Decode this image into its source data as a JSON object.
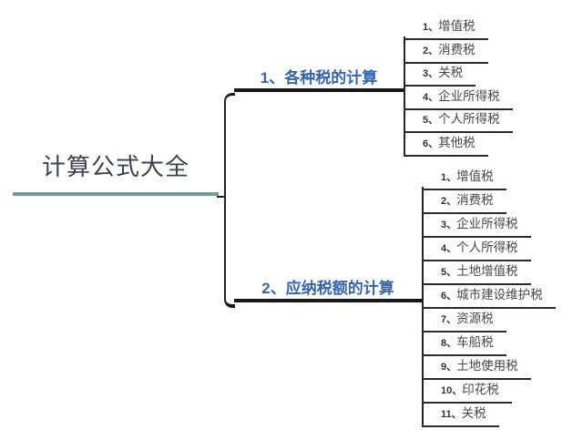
{
  "colors": {
    "accent-teal": "#6f9e98",
    "accent-blue": "#3565ae"
  },
  "root": {
    "label": "计算公式大全"
  },
  "branches": [
    {
      "label": "1、各种税的计算",
      "children": [
        {
          "num": "1、",
          "label": "增值税"
        },
        {
          "num": "2、",
          "label": "消费税"
        },
        {
          "num": "3、",
          "label": "关税"
        },
        {
          "num": "4、",
          "label": "企业所得税"
        },
        {
          "num": "5、",
          "label": "个人所得税"
        },
        {
          "num": "6、",
          "label": "其他税"
        }
      ]
    },
    {
      "label": "2、应纳税额的计算",
      "children": [
        {
          "num": "1、",
          "label": "增值税"
        },
        {
          "num": "2、",
          "label": "消费税"
        },
        {
          "num": "3、",
          "label": "企业所得税"
        },
        {
          "num": "4、",
          "label": "个人所得税"
        },
        {
          "num": "5、",
          "label": "土地增值税"
        },
        {
          "num": "6、",
          "label": "城市建设维护税"
        },
        {
          "num": "7、",
          "label": "资源税"
        },
        {
          "num": "8、",
          "label": "车船税"
        },
        {
          "num": "9、",
          "label": "土地使用税"
        },
        {
          "num": "10、",
          "label": "印花税"
        },
        {
          "num": "11、",
          "label": "关税"
        }
      ]
    }
  ]
}
